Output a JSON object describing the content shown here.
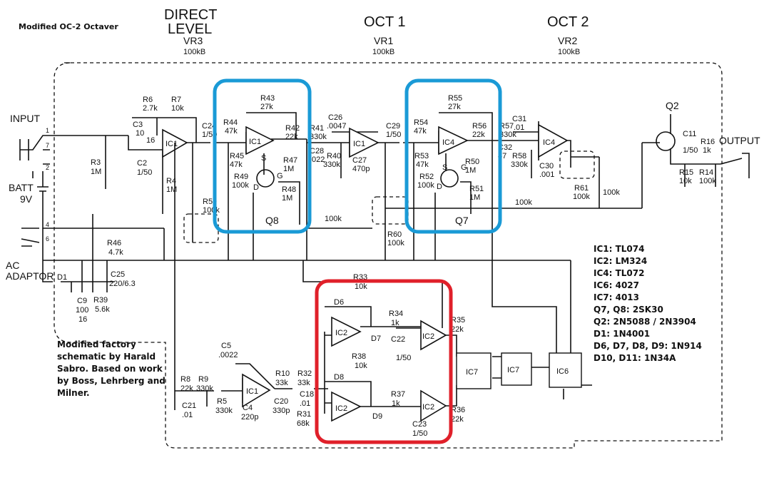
{
  "title": "Modified OC-2 Octaver",
  "headers": {
    "direct_line1": "DIRECT",
    "direct_line2": "LEVEL",
    "oct1": "OCT 1",
    "oct2": "OCT 2",
    "vr3": "VR3",
    "vr3_val": "100kB",
    "vr1": "VR1",
    "vr1_val": "100kB",
    "vr2": "VR2",
    "vr2_val": "100kB"
  },
  "io": {
    "input": "INPUT",
    "batt": "BATT",
    "batt_v": "9V",
    "ac1": "AC",
    "ac2": "ADAPTOR",
    "output": "OUTPUT",
    "q2": "Q2"
  },
  "parts_list": [
    "IC1: TL074",
    "IC2: LM324",
    "IC4: TL072",
    "IC6: 4027",
    "IC7: 4013",
    "Q7, Q8: 2SK30",
    "Q2: 2N5088 / 2N3904",
    "D1: 1N4001",
    "D6, D7, D8, D9: 1N914",
    "D10, D11: 1N34A"
  ],
  "credit": [
    "Modified factory",
    "schematic by Harald",
    "Sabro. Based on work",
    "by Boss, Lehrberg and",
    "Milner."
  ],
  "components": {
    "r6": "R6",
    "r6v": "2.7k",
    "r7": "R7",
    "r7v": "10k",
    "c3": "C3",
    "c3v": "10",
    "c3v2": "16",
    "c2": "C2",
    "c2v": "1/50",
    "r3": "R3",
    "r3v": "1M",
    "r4": "R4",
    "r4v": "1M",
    "ic1a": "IC1",
    "r43": "R43",
    "r43v": "27k",
    "r44": "R44",
    "r44v": "47k",
    "r45": "R45",
    "r45v": "47k",
    "r42": "R42",
    "r42v": "22k",
    "r49": "R49",
    "r49v": "100k",
    "r47": "R47",
    "r47v": "1M",
    "r48": "R48",
    "r48v": "1M",
    "q8": "Q8",
    "c24": "C24",
    "c24v": "1/50",
    "r59": "R59",
    "r59v": "100k",
    "r41": "R41",
    "r41v": "330k",
    "c28": "C28",
    "c28v": ".022",
    "c26": "C26",
    "c26v": ".0047",
    "r40": "R40",
    "r40v": "330k",
    "c27": "C27",
    "c27v": "470p",
    "c29": "C29",
    "c29v": "1/50",
    "r55": "R55",
    "r55v": "27k",
    "r54": "R54",
    "r54v": "47k",
    "r53": "R53",
    "r53v": "47k",
    "r56": "R56",
    "r56v": "22k",
    "r50": "R50",
    "r50v": "1M",
    "r51": "R51",
    "r51v": "1M",
    "r52": "R52",
    "r52v": "100k",
    "q7": "Q7",
    "c31": "C31",
    "c31v": ".01",
    "r57": "R57",
    "r57v": "330k",
    "r58": "R58",
    "r58v": "330k",
    "c30": "C30",
    "c30v": ".001",
    "c32": "C32",
    "c32v": "47",
    "r61": "R61",
    "r61v": "100k",
    "r60": "R60",
    "r60v": "100k",
    "r100a": "100k",
    "r100b": "100k",
    "r100c": "100k",
    "c11": "C11",
    "c11v": "1/50",
    "r16": "R16",
    "r16v": "1k",
    "r15": "R15",
    "r15v": "10k",
    "r14": "R14",
    "r14v": "100k",
    "r46": "R46",
    "r46v": "4.7k",
    "c25": "C25",
    "c25v": "220/6.3",
    "c9": "C9",
    "c9v": "100",
    "c9v2": "16",
    "r39": "R39",
    "r39v": "5.6k",
    "d1": "D1",
    "r33": "R33",
    "r33v": "10k",
    "d6": "D6",
    "d7": "D7",
    "r34": "R34",
    "r34v": "1k",
    "c22": "C22",
    "c22v": "1/50",
    "r35": "R35",
    "r35v": "22k",
    "r38": "R38",
    "r38v": "10k",
    "d8": "D8",
    "d9": "D9",
    "r37": "R37",
    "r37v": "1k",
    "c23": "C23",
    "c23v": "1/50",
    "r36": "R36",
    "r36v": "22k",
    "c5": "C5",
    "c5v": ".0022",
    "r8": "R8",
    "r8v": "22k",
    "r9": "R9",
    "r9v": "330k",
    "r5": "R5",
    "r5v": "330k",
    "c4": "C4",
    "c4v": "220p",
    "c21": "C21",
    "c21v": ".01",
    "r10": "R10",
    "r10v": "33k",
    "r32": "R32",
    "r32v": "33k",
    "c18": "C18",
    "c18v": ".01",
    "c20": "C20",
    "c20v": "330p",
    "r31": "R31",
    "r31v": "68k",
    "ic2": "IC2",
    "ic4": "IC4",
    "ic6": "IC6",
    "ic7": "IC7",
    "d": "D",
    "g": "G",
    "s": "S"
  }
}
